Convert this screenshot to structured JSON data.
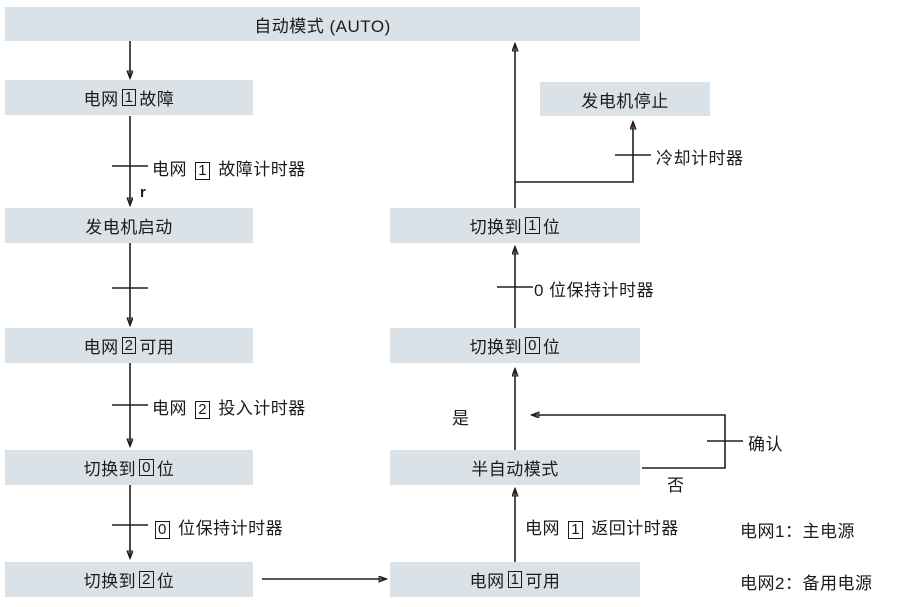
{
  "diagram": {
    "title_node": {
      "label": "自动模式 (AUTO)"
    },
    "left_column": {
      "nodes": [
        {
          "id": "grid1-fault",
          "label_prefix": "电网",
          "boxed": "1",
          "label_suffix": "故障"
        },
        {
          "id": "generator-start",
          "label_prefix": "发电机启动",
          "boxed": "",
          "label_suffix": ""
        },
        {
          "id": "grid2-available",
          "label_prefix": "电网",
          "boxed": "2",
          "label_suffix": "可用"
        },
        {
          "id": "switch-to-0",
          "label_prefix": "切换到",
          "boxed": "0",
          "label_suffix": "位"
        },
        {
          "id": "switch-to-2",
          "label_prefix": "切换到",
          "boxed": "2",
          "label_suffix": "位"
        }
      ],
      "edge_labels": [
        {
          "id": "grid1-fault-timer",
          "prefix": "电网",
          "boxed": "1",
          "suffix": "故障计时器"
        },
        {
          "id": "blank-timer",
          "prefix": "",
          "boxed": "",
          "suffix": ""
        },
        {
          "id": "grid2-on-timer",
          "prefix": "电网",
          "boxed": "2",
          "suffix": "投入计时器"
        },
        {
          "id": "pos0-hold-timer",
          "prefix": "",
          "boxed": "0",
          "suffix": "位保持计时器"
        }
      ],
      "stray_char": "r"
    },
    "right_column": {
      "nodes": [
        {
          "id": "generator-stop",
          "label_prefix": "发电机停止",
          "boxed": "",
          "label_suffix": ""
        },
        {
          "id": "switch-to-1",
          "label_prefix": "切换到",
          "boxed": "1",
          "label_suffix": "位"
        },
        {
          "id": "switch-to-0-r",
          "label_prefix": "切换到",
          "boxed": "0",
          "label_suffix": "位"
        },
        {
          "id": "semi-auto-mode",
          "label_prefix": "半自动模式",
          "boxed": "",
          "label_suffix": ""
        },
        {
          "id": "grid1-available",
          "label_prefix": "电网",
          "boxed": "1",
          "label_suffix": "可用"
        }
      ],
      "edge_labels": [
        {
          "id": "cooling-timer",
          "prefix": "冷却计时器",
          "boxed": "",
          "suffix": ""
        },
        {
          "id": "pos0-hold-timer-r",
          "prefix": "0 位保持计时器",
          "boxed": "",
          "suffix": ""
        },
        {
          "id": "grid1-return-timer",
          "prefix": "电网",
          "boxed": "1",
          "suffix": "返回计时器"
        },
        {
          "id": "confirm",
          "prefix": "确认",
          "boxed": "",
          "suffix": ""
        }
      ],
      "decision_yes": "是",
      "decision_no": "否"
    },
    "legend": [
      {
        "id": "legend-grid1",
        "text": "电网1：主电源"
      },
      {
        "id": "legend-grid2",
        "text": "电网2：备用电源"
      }
    ],
    "colors": {
      "node_fill": "#dae1e7",
      "stroke": "#231f20",
      "text": "#1b1b1b",
      "background": "#ffffff"
    }
  }
}
